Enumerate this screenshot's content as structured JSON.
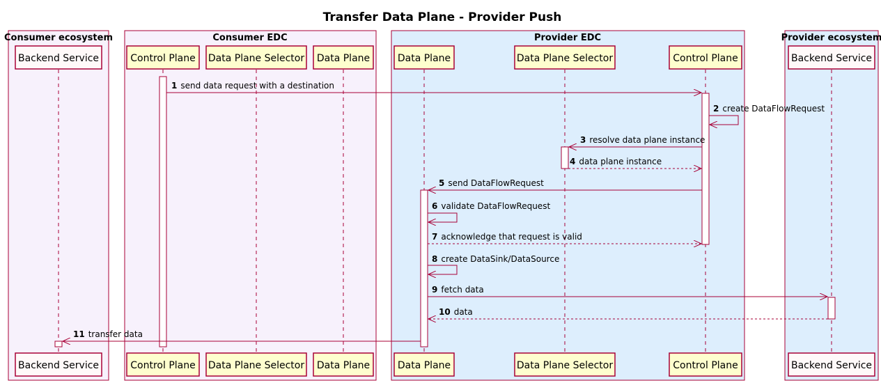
{
  "title": "Transfer Data Plane - Provider Push",
  "colors": {
    "line": "#A80036",
    "consumer_fill": "#F7F1FC",
    "provider_fill": "#DDEEFD",
    "participant_fill": "#FEFECE",
    "backend_fill": "#FFF9F9"
  },
  "boxes": [
    {
      "id": "consumer-ecosystem",
      "label": "Consumer ecosystem"
    },
    {
      "id": "consumer-edc",
      "label": "Consumer EDC"
    },
    {
      "id": "provider-edc",
      "label": "Provider EDC"
    },
    {
      "id": "provider-ecosystem",
      "label": "Provider ecosystem"
    }
  ],
  "participants": [
    {
      "id": "consumer-backend",
      "label": "Backend Service"
    },
    {
      "id": "consumer-control-plane",
      "label": "Control Plane"
    },
    {
      "id": "consumer-data-plane-selector",
      "label": "Data Plane Selector"
    },
    {
      "id": "consumer-data-plane",
      "label": "Data Plane"
    },
    {
      "id": "provider-data-plane",
      "label": "Data Plane"
    },
    {
      "id": "provider-data-plane-selector",
      "label": "Data Plane Selector"
    },
    {
      "id": "provider-control-plane",
      "label": "Control Plane"
    },
    {
      "id": "provider-backend",
      "label": "Backend Service"
    }
  ],
  "messages": [
    {
      "num": "1",
      "text": "send data request with a destination"
    },
    {
      "num": "2",
      "text": "create DataFlowRequest"
    },
    {
      "num": "3",
      "text": "resolve data plane instance"
    },
    {
      "num": "4",
      "text": "data plane instance"
    },
    {
      "num": "5",
      "text": "send DataFlowRequest"
    },
    {
      "num": "6",
      "text": "validate DataFlowRequest"
    },
    {
      "num": "7",
      "text": "acknowledge that request is valid"
    },
    {
      "num": "8",
      "text": "create DataSink/DataSource"
    },
    {
      "num": "9",
      "text": "fetch data"
    },
    {
      "num": "10",
      "text": "data"
    },
    {
      "num": "11",
      "text": "transfer data"
    }
  ]
}
